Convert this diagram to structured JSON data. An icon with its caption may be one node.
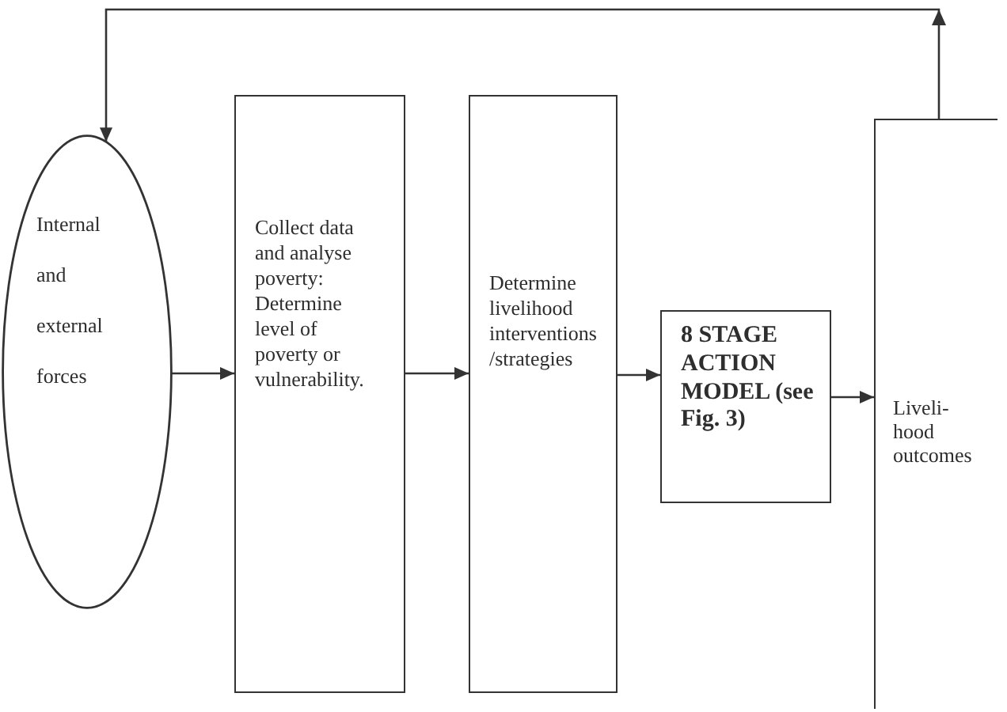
{
  "diagram": {
    "nodes": [
      {
        "text": [
          "Internal and external forces"
        ]
      },
      {
        "text": [
          "Collect data and analyse poverty: Determine level of poverty or vulnerability."
        ]
      },
      {
        "text": [
          "Determine livelihood interventions /strategies"
        ]
      },
      {
        "text": [
          "8 STAGE ACTION MODEL (see Fig. 3)"
        ]
      },
      {
        "text": [
          "Liveli- hood outcomes"
        ]
      }
    ],
    "edges": [
      {
        "from": 0,
        "to": 1,
        "arrow": "to"
      },
      {
        "from": 1,
        "to": 2,
        "arrow": "to"
      },
      {
        "from": 2,
        "to": 3,
        "arrow": "to"
      },
      {
        "from": 3,
        "to": 4,
        "arrow": "to"
      },
      {
        "from": 4,
        "to": 0,
        "arrow": "to"
      }
    ]
  }
}
